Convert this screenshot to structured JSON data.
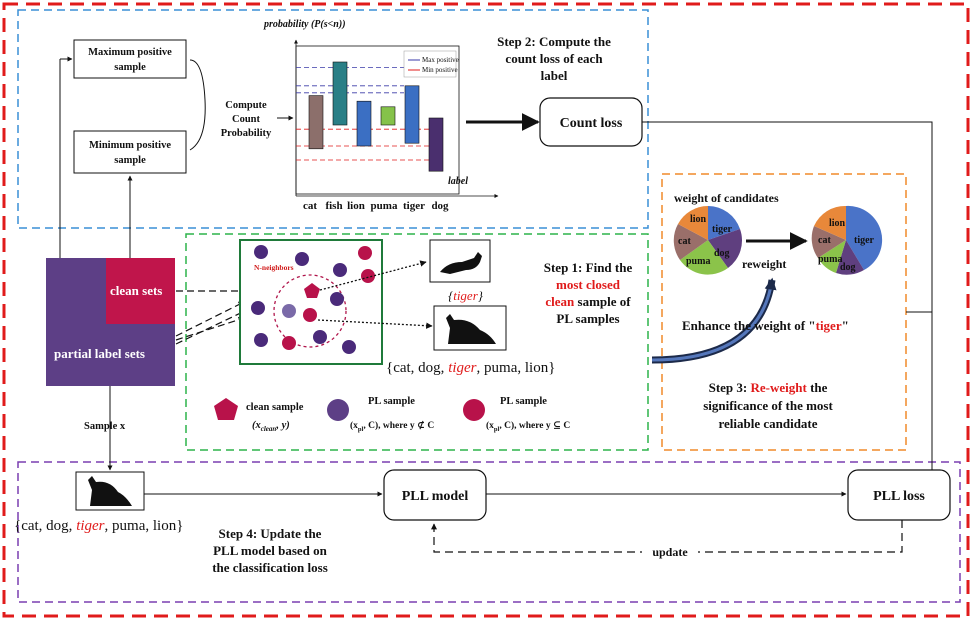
{
  "step2": {
    "max_box": [
      "Maximum positive",
      "sample"
    ],
    "min_box": [
      "Minimum positive",
      "sample"
    ],
    "compute": [
      "Compute",
      "Count",
      "Probability"
    ],
    "title": [
      "Step 2: Compute the",
      "count loss of each",
      "label"
    ],
    "count_loss": "Count loss"
  },
  "chart_data": {
    "type": "bar",
    "title": "probability  (P(s<n))",
    "xlabel": "label",
    "ylabel": "",
    "categories": [
      "cat",
      "fish",
      "lion",
      "puma",
      "tiger",
      "dog"
    ],
    "legend": [
      "Max positive",
      "Min positive"
    ],
    "bars": [
      {
        "label": "cat",
        "low": 0.28,
        "high": 0.66,
        "color": "#8c6f6b"
      },
      {
        "label": "fish",
        "low": 0.45,
        "high": 0.9,
        "color": "#2a7f86"
      },
      {
        "label": "lion",
        "low": 0.3,
        "high": 0.62,
        "color": "#3b6fc3"
      },
      {
        "label": "puma",
        "low": 0.45,
        "high": 0.58,
        "color": "#85c24a"
      },
      {
        "label": "tiger",
        "low": 0.32,
        "high": 0.73,
        "color": "#3b6fc3"
      },
      {
        "label": "dog",
        "low": 0.12,
        "high": 0.5,
        "color": "#4a2f6e"
      }
    ],
    "max_lines": [
      0.86,
      0.73,
      0.68
    ],
    "min_lines": [
      0.42,
      0.3,
      0.2
    ]
  },
  "step1": {
    "clean_sets": "clean sets",
    "partial_label_sets": "partial label sets",
    "n_neighbors": "N-neighbors",
    "tiger_label": "{tiger}",
    "candidate_set": [
      "{cat, dog, ",
      "tiger",
      ", puma, lion}"
    ],
    "title": [
      "Step 1: Find the",
      "most closed",
      "clean",
      "sample of",
      "PL samples"
    ],
    "legend_clean": [
      "clean sample",
      "(x",
      "clean",
      ", y)"
    ],
    "legend_pl1": [
      "PL sample",
      "(x",
      "pl",
      ", C), where y ⊄ C"
    ],
    "legend_pl2": [
      "PL sample",
      "(x",
      "pl",
      ", C), where y ⊆ C"
    ]
  },
  "step3": {
    "weight_title": "weight of candidates",
    "reweight": "reweight",
    "pie_labels": [
      "lion",
      "tiger",
      "cat",
      "dog",
      "puma"
    ],
    "enhance": [
      "Enhance the weight of \"",
      "tiger",
      "\""
    ],
    "title": [
      "Step 3: ",
      "Re-weight",
      " the",
      "significance of the most",
      "reliable candidate"
    ],
    "colors": {
      "blue": "#4a73c8",
      "orange": "#e8883a",
      "purple": "#5f3f7f",
      "green": "#8bc34a",
      "brown": "#9a6f6a"
    }
  },
  "step4": {
    "sample_x": "Sample x",
    "candidate_set": [
      "{cat, dog, ",
      "tiger",
      ", puma, lion}"
    ],
    "pll_model": "PLL model",
    "pll_loss": "PLL loss",
    "update": "update",
    "title": [
      "Step 4: Update the",
      "PLL model based on",
      "the classification  loss"
    ]
  }
}
